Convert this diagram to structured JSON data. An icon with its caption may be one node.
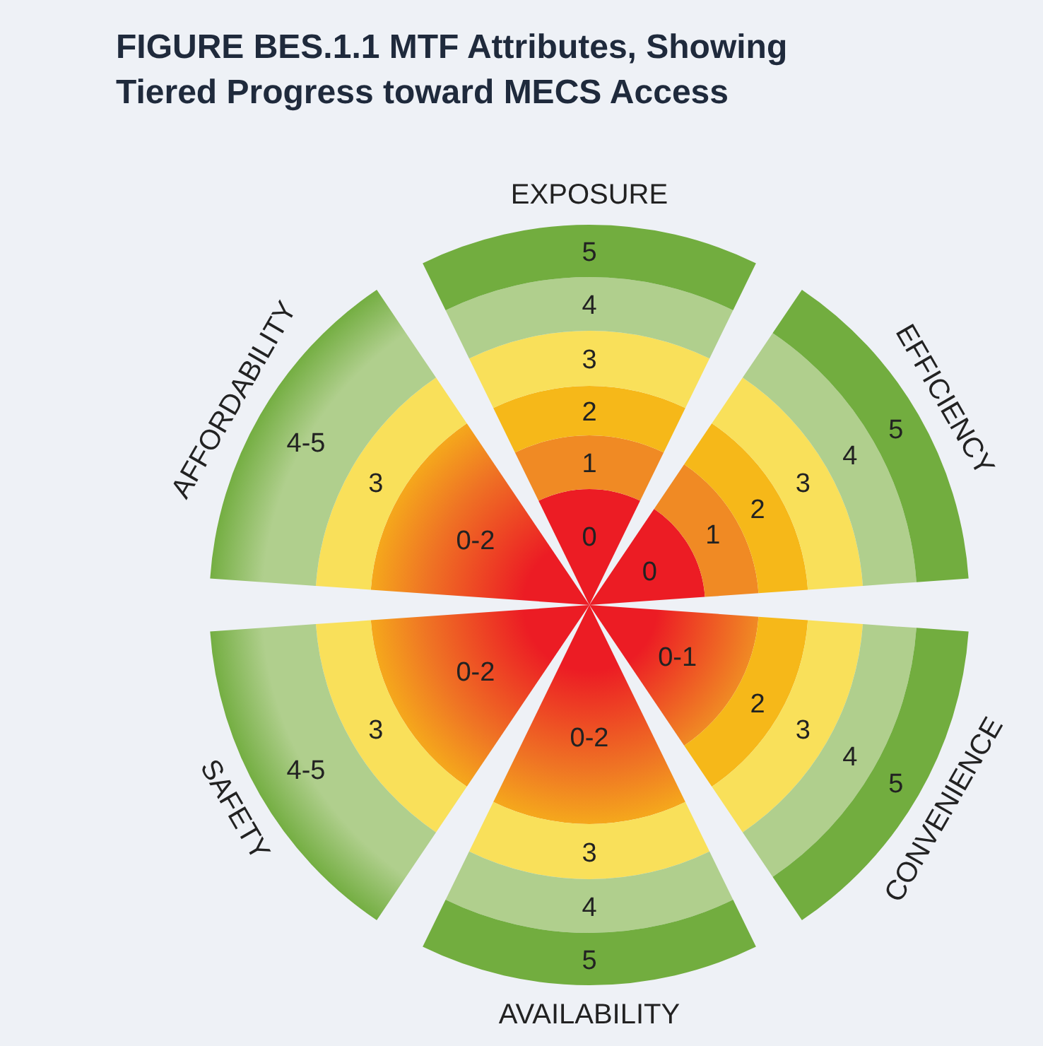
{
  "diagram": {
    "title": "FIGURE BES.1.1 MTF Attributes, Showing Tiered Progress toward MECS Access",
    "nodes": [
      {
        "text": [
          "0"
        ]
      },
      {
        "text": [
          "1"
        ]
      },
      {
        "text": [
          "2"
        ]
      },
      {
        "text": [
          "3"
        ]
      },
      {
        "text": [
          "4"
        ]
      },
      {
        "text": [
          "5"
        ]
      },
      {
        "text": [
          "0"
        ]
      },
      {
        "text": [
          "1"
        ]
      },
      {
        "text": [
          "2"
        ]
      },
      {
        "text": [
          "3"
        ]
      },
      {
        "text": [
          "4"
        ]
      },
      {
        "text": [
          "5"
        ]
      },
      {
        "text": [
          "0-1"
        ]
      },
      {
        "text": [
          "2"
        ]
      },
      {
        "text": [
          "3"
        ]
      },
      {
        "text": [
          "4"
        ]
      },
      {
        "text": [
          "5"
        ]
      },
      {
        "text": [
          "0-2"
        ]
      },
      {
        "text": [
          "3"
        ]
      },
      {
        "text": [
          "4"
        ]
      },
      {
        "text": [
          "5"
        ]
      },
      {
        "text": [
          "0-2"
        ]
      },
      {
        "text": [
          "3"
        ]
      },
      {
        "text": [
          "4-5"
        ]
      },
      {
        "text": [
          "0-2"
        ]
      },
      {
        "text": [
          "3"
        ]
      },
      {
        "text": [
          "4-5"
        ]
      }
    ],
    "labels": [
      "EXPOSURE",
      "EFFICIENCY",
      "CONVENIENCE",
      "AVAILABILITY",
      "SAFETY",
      "AFFORDABILITY"
    ]
  }
}
